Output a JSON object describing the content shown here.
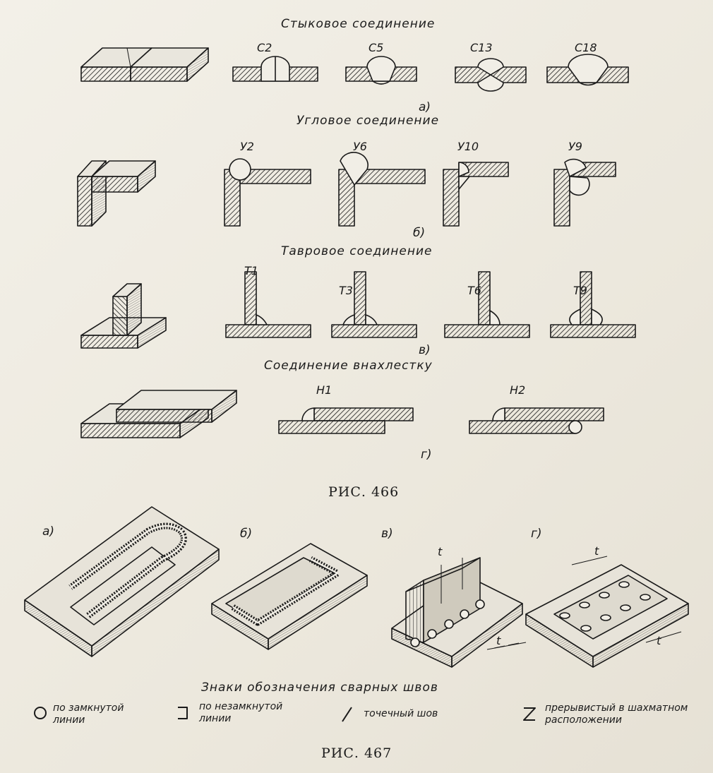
{
  "fig466": {
    "caption": "РИС. 466",
    "butt": {
      "title": "Стыковое соединение",
      "codes": [
        "С2",
        "С5",
        "С13",
        "С18"
      ],
      "part": "а)"
    },
    "corner": {
      "title": "Угловое соединение",
      "codes": [
        "У2",
        "У6",
        "У10",
        "У9"
      ],
      "part": "б)"
    },
    "tee": {
      "title": "Тавровое соединение",
      "codes": [
        "Т1",
        "Т3",
        "Т6",
        "Т9"
      ],
      "part": "в)"
    },
    "lap": {
      "title": "Соединение внахлестку",
      "codes": [
        "Н1",
        "Н2"
      ],
      "part": "г)"
    }
  },
  "fig467": {
    "caption": "РИС. 467",
    "parts": [
      "а)",
      "б)",
      "в)",
      "г)"
    ],
    "dim_t": "t",
    "legend_title": "Знаки обозначения сварных швов",
    "legend": [
      {
        "symbol": "○",
        "text": "по замкнутой линии"
      },
      {
        "symbol": "⊐",
        "text": "по незамкнутой линии"
      },
      {
        "symbol": "/",
        "text": "точечный шов"
      },
      {
        "symbol": "Z",
        "text": "прерывистый в шахматном расположении"
      }
    ]
  },
  "colors": {
    "ink": "#1a1a1a",
    "paper": "#efece4"
  }
}
